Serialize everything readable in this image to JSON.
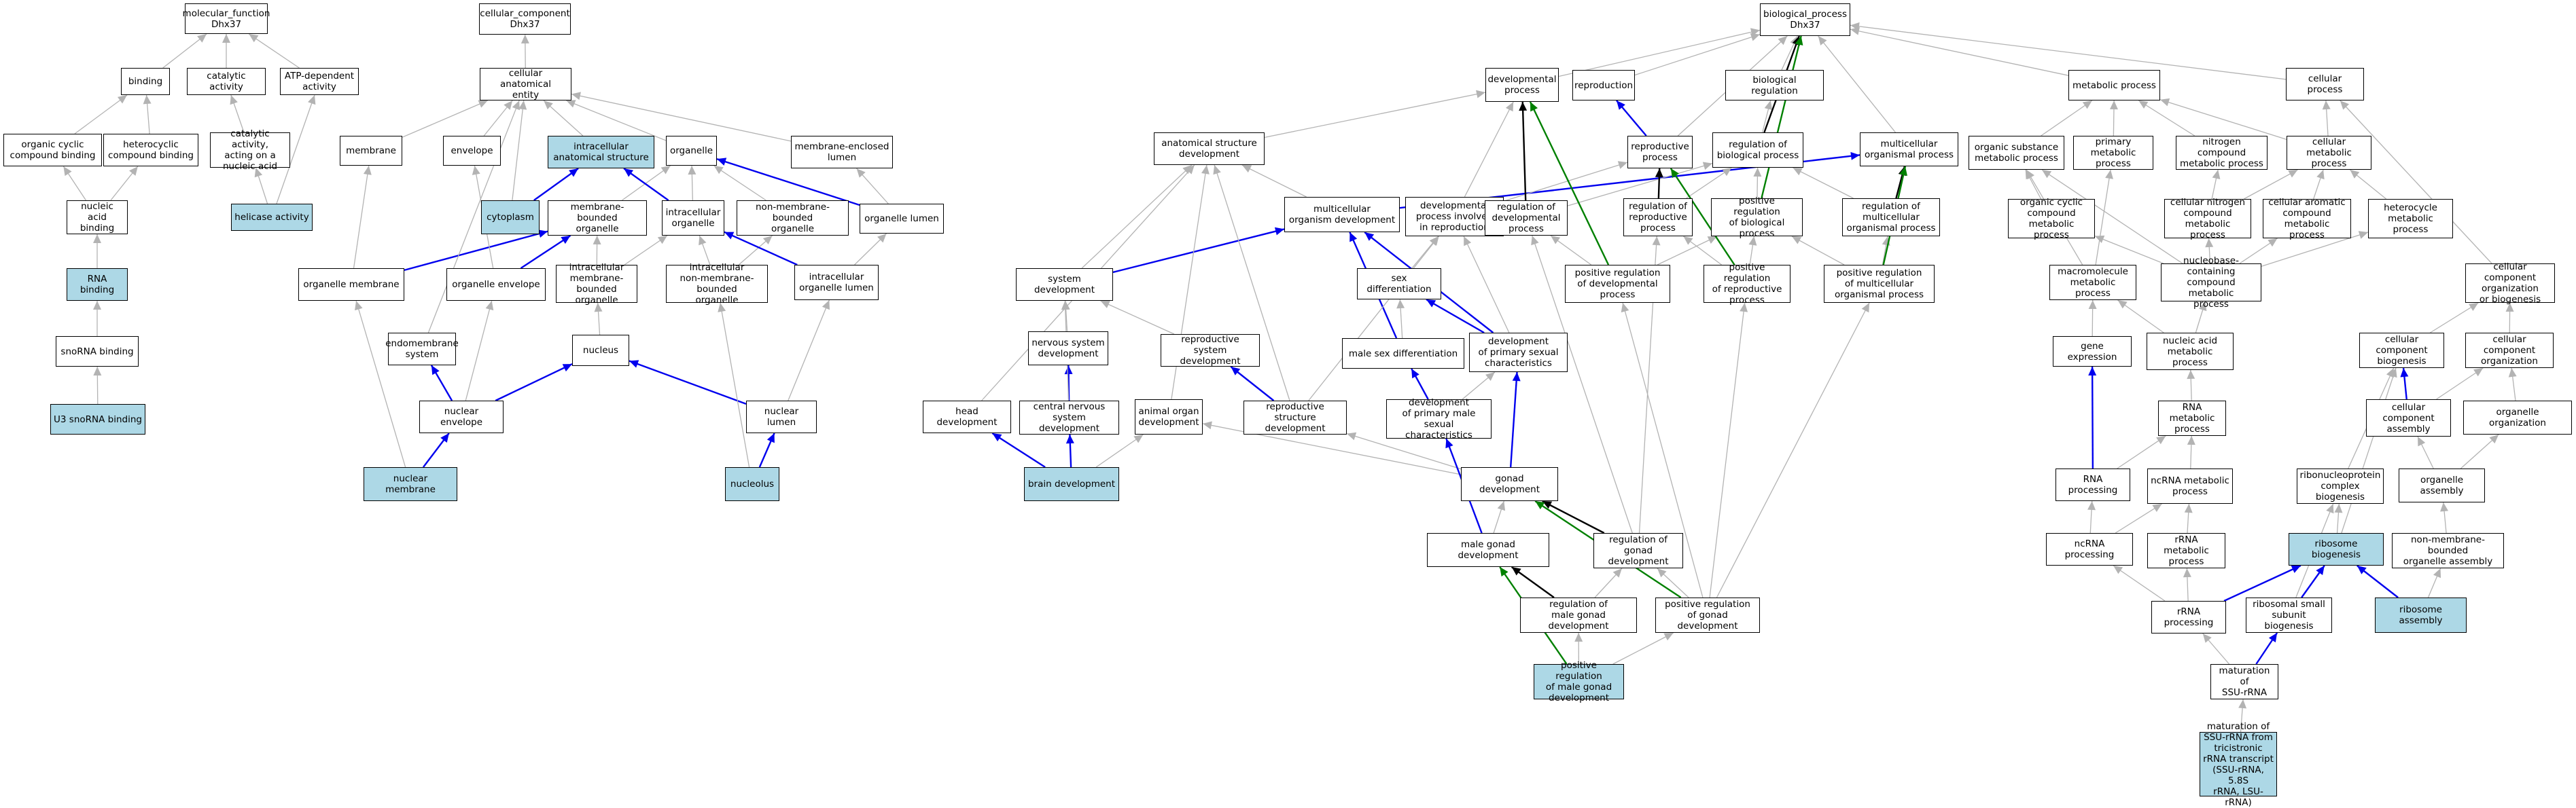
{
  "colors": {
    "highlight": "#add8e6",
    "is_a": "#b3b3b3",
    "part_of": "#0000ee",
    "regulates": "#000000",
    "positively_regulates": "#008000"
  },
  "nodes": {
    "mf": {
      "label": "molecular_function\nDhx37",
      "hl": false
    },
    "binding": {
      "label": "binding",
      "hl": false
    },
    "cat": {
      "label": "catalytic activity",
      "hl": false
    },
    "atp": {
      "label": "ATP-dependent\nactivity",
      "hl": false
    },
    "ocb": {
      "label": "organic cyclic\ncompound binding",
      "hl": false
    },
    "hcb": {
      "label": "heterocyclic\ncompound binding",
      "hl": false
    },
    "catna": {
      "label": "catalytic activity,\nacting on a\nnucleic acid",
      "hl": false
    },
    "nab": {
      "label": "nucleic acid\nbinding",
      "hl": false
    },
    "heli": {
      "label": "helicase activity",
      "hl": true
    },
    "rnab": {
      "label": "RNA binding",
      "hl": true
    },
    "snob": {
      "label": "snoRNA binding",
      "hl": false
    },
    "u3": {
      "label": "U3 snoRNA binding",
      "hl": true
    },
    "cc": {
      "label": "cellular_component\nDhx37",
      "hl": false
    },
    "cae": {
      "label": "cellular anatomical\nentity",
      "hl": false
    },
    "membrane": {
      "label": "membrane",
      "hl": false
    },
    "envelope": {
      "label": "envelope",
      "hl": false
    },
    "ias": {
      "label": "intracellular\nanatomical structure",
      "hl": true
    },
    "organelle": {
      "label": "organelle",
      "hl": false
    },
    "mel": {
      "label": "membrane-enclosed\nlumen",
      "hl": false
    },
    "cyto": {
      "label": "cytoplasm",
      "hl": true
    },
    "mbo": {
      "label": "membrane-bounded\norganelle",
      "hl": false
    },
    "io": {
      "label": "intracellular\norganelle",
      "hl": false
    },
    "nmbo": {
      "label": "non-membrane-bounded\norganelle",
      "hl": false
    },
    "olum": {
      "label": "organelle lumen",
      "hl": false
    },
    "omem": {
      "label": "organelle membrane",
      "hl": false
    },
    "oenv": {
      "label": "organelle envelope",
      "hl": false
    },
    "imbo": {
      "label": "intracellular\nmembrane-bounded\norganelle",
      "hl": false
    },
    "inmbo": {
      "label": "intracellular\nnon-membrane-bounded\norganelle",
      "hl": false
    },
    "iolum": {
      "label": "intracellular\norganelle lumen",
      "hl": false
    },
    "endo": {
      "label": "endomembrane\nsystem",
      "hl": false
    },
    "nucleus": {
      "label": "nucleus",
      "hl": false
    },
    "nenv": {
      "label": "nuclear envelope",
      "hl": false
    },
    "nlum": {
      "label": "nuclear lumen",
      "hl": false
    },
    "nmem": {
      "label": "nuclear membrane",
      "hl": true
    },
    "nucleolus": {
      "label": "nucleolus",
      "hl": true
    },
    "bp": {
      "label": "biological_process\nDhx37",
      "hl": false
    },
    "devp": {
      "label": "developmental\nprocess",
      "hl": false
    },
    "repro": {
      "label": "reproduction",
      "hl": false
    },
    "breg": {
      "label": "biological regulation",
      "hl": false
    },
    "mp": {
      "label": "metabolic process",
      "hl": false
    },
    "cp": {
      "label": "cellular process",
      "hl": false
    },
    "asd": {
      "label": "anatomical structure\ndevelopment",
      "hl": false
    },
    "rp": {
      "label": "reproductive\nprocess",
      "hl": false
    },
    "rbp": {
      "label": "regulation of\nbiological process",
      "hl": false
    },
    "mop": {
      "label": "multicellular\norganismal process",
      "hl": false
    },
    "osmp": {
      "label": "organic substance\nmetabolic process",
      "hl": false
    },
    "pmp": {
      "label": "primary metabolic\nprocess",
      "hl": false
    },
    "ncmp": {
      "label": "nitrogen compound\nmetabolic process",
      "hl": false
    },
    "cmp": {
      "label": "cellular metabolic\nprocess",
      "hl": false
    },
    "mod": {
      "label": "multicellular\norganism development",
      "hl": false
    },
    "dpir": {
      "label": "developmental\nprocess involved\nin reproduction",
      "hl": false
    },
    "rdp": {
      "label": "regulation of\ndevelopmental\nprocess",
      "hl": false
    },
    "rrp": {
      "label": "regulation of\nreproductive\nprocess",
      "hl": false
    },
    "prbp": {
      "label": "positive regulation\nof biological\nprocess",
      "hl": false
    },
    "rmop": {
      "label": "regulation of\nmulticellular\norganismal process",
      "hl": false
    },
    "occmp": {
      "label": "organic cyclic\ncompound metabolic\nprocess",
      "hl": false
    },
    "cncmp": {
      "label": "cellular nitrogen\ncompound metabolic\nprocess",
      "hl": false
    },
    "cacmp": {
      "label": "cellular aromatic\ncompound metabolic\nprocess",
      "hl": false
    },
    "hmp": {
      "label": "heterocycle\nmetabolic process",
      "hl": false
    },
    "sysdev": {
      "label": "system development",
      "hl": false
    },
    "sexd": {
      "label": "sex differentiation",
      "hl": false
    },
    "prdp": {
      "label": "positive regulation\nof developmental\nprocess",
      "hl": false
    },
    "prrp": {
      "label": "positive regulation\nof reproductive\nprocess",
      "hl": false
    },
    "prmop": {
      "label": "positive regulation\nof multicellular\norganismal process",
      "hl": false
    },
    "mmp": {
      "label": "macromolecule\nmetabolic process",
      "hl": false
    },
    "nbcmp": {
      "label": "nucleobase-containing\ncompound metabolic\nprocess",
      "hl": false
    },
    "ccob": {
      "label": "cellular component\norganization\nor biogenesis",
      "hl": false
    },
    "nsd": {
      "label": "nervous system\ndevelopment",
      "hl": false
    },
    "rsysd": {
      "label": "reproductive\nsystem development",
      "hl": false
    },
    "msd": {
      "label": "male sex differentiation",
      "hl": false
    },
    "dpsc": {
      "label": "development\nof primary sexual\ncharacteristics",
      "hl": false
    },
    "ge": {
      "label": "gene expression",
      "hl": false
    },
    "namp": {
      "label": "nucleic acid\nmetabolic process",
      "hl": false
    },
    "ccbio": {
      "label": "cellular component\nbiogenesis",
      "hl": false
    },
    "ccorg": {
      "label": "cellular component\norganization",
      "hl": false
    },
    "headd": {
      "label": "head development",
      "hl": false
    },
    "cnsd": {
      "label": "central nervous\nsystem development",
      "hl": false
    },
    "aod": {
      "label": "animal organ\ndevelopment",
      "hl": false
    },
    "rstd": {
      "label": "reproductive\nstructure development",
      "hl": false
    },
    "dpmsc": {
      "label": "development\nof primary male\nsexual characteristics",
      "hl": false
    },
    "rnamp": {
      "label": "RNA metabolic\nprocess",
      "hl": false
    },
    "cca": {
      "label": "cellular component\nassembly",
      "hl": false
    },
    "oorg": {
      "label": "organelle organization",
      "hl": false
    },
    "braind": {
      "label": "brain development",
      "hl": true
    },
    "gonadd": {
      "label": "gonad development",
      "hl": false
    },
    "rnap": {
      "label": "RNA processing",
      "hl": false
    },
    "ncrnamp": {
      "label": "ncRNA metabolic\nprocess",
      "hl": false
    },
    "rnpcb": {
      "label": "ribonucleoprotein\ncomplex biogenesis",
      "hl": false
    },
    "oasm": {
      "label": "organelle assembly",
      "hl": false
    },
    "mgd": {
      "label": "male gonad development",
      "hl": false
    },
    "rgd": {
      "label": "regulation of\ngonad development",
      "hl": false
    },
    "ncrnap": {
      "label": "ncRNA processing",
      "hl": false
    },
    "rrnamp": {
      "label": "rRNA metabolic\nprocess",
      "hl": false
    },
    "ribobio": {
      "label": "ribosome biogenesis",
      "hl": true
    },
    "nmboa": {
      "label": "non-membrane-bounded\norganelle assembly",
      "hl": false
    },
    "rmgd": {
      "label": "regulation of\nmale gonad development",
      "hl": false
    },
    "prgd": {
      "label": "positive regulation\nof gonad development",
      "hl": false
    },
    "rrnap": {
      "label": "rRNA processing",
      "hl": false
    },
    "rssb": {
      "label": "ribosomal small\nsubunit biogenesis",
      "hl": false
    },
    "riboasm": {
      "label": "ribosome assembly",
      "hl": true
    },
    "matssu": {
      "label": "maturation of\nSSU-rRNA",
      "hl": false
    },
    "prmgd": {
      "label": "positive regulation\nof male gonad\ndevelopment",
      "hl": true
    },
    "mattri": {
      "label": "maturation of\nSSU-rRNA from\ntricistronic\nrRNA transcript\n(SSU-rRNA, 5.8S\nrRNA, LSU-rRNA)",
      "hl": true
    }
  },
  "edges": [
    [
      "binding",
      "mf",
      "is_a"
    ],
    [
      "cat",
      "mf",
      "is_a"
    ],
    [
      "atp",
      "mf",
      "is_a"
    ],
    [
      "ocb",
      "binding",
      "is_a"
    ],
    [
      "hcb",
      "binding",
      "is_a"
    ],
    [
      "catna",
      "cat",
      "is_a"
    ],
    [
      "nab",
      "ocb",
      "is_a"
    ],
    [
      "nab",
      "hcb",
      "is_a"
    ],
    [
      "heli",
      "catna",
      "is_a"
    ],
    [
      "heli",
      "atp",
      "is_a"
    ],
    [
      "rnab",
      "nab",
      "is_a"
    ],
    [
      "snob",
      "rnab",
      "is_a"
    ],
    [
      "u3",
      "snob",
      "is_a"
    ],
    [
      "cae",
      "cc",
      "is_a"
    ],
    [
      "membrane",
      "cae",
      "is_a"
    ],
    [
      "envelope",
      "cae",
      "is_a"
    ],
    [
      "ias",
      "cae",
      "is_a"
    ],
    [
      "organelle",
      "cae",
      "is_a"
    ],
    [
      "mel",
      "cae",
      "is_a"
    ],
    [
      "cyto",
      "ias",
      "part_of"
    ],
    [
      "cyto",
      "cae",
      "is_a"
    ],
    [
      "mbo",
      "organelle",
      "is_a"
    ],
    [
      "io",
      "organelle",
      "is_a"
    ],
    [
      "io",
      "ias",
      "part_of"
    ],
    [
      "nmbo",
      "organelle",
      "is_a"
    ],
    [
      "olum",
      "mel",
      "is_a"
    ],
    [
      "olum",
      "organelle",
      "part_of"
    ],
    [
      "omem",
      "membrane",
      "is_a"
    ],
    [
      "omem",
      "mbo",
      "part_of"
    ],
    [
      "oenv",
      "envelope",
      "is_a"
    ],
    [
      "oenv",
      "mbo",
      "part_of"
    ],
    [
      "imbo",
      "mbo",
      "is_a"
    ],
    [
      "imbo",
      "io",
      "is_a"
    ],
    [
      "inmbo",
      "io",
      "is_a"
    ],
    [
      "inmbo",
      "nmbo",
      "is_a"
    ],
    [
      "iolum",
      "olum",
      "is_a"
    ],
    [
      "iolum",
      "io",
      "part_of"
    ],
    [
      "endo",
      "cae",
      "is_a"
    ],
    [
      "nucleus",
      "imbo",
      "is_a"
    ],
    [
      "nenv",
      "oenv",
      "is_a"
    ],
    [
      "nenv",
      "endo",
      "part_of"
    ],
    [
      "nenv",
      "nucleus",
      "part_of"
    ],
    [
      "nlum",
      "iolum",
      "is_a"
    ],
    [
      "nlum",
      "nucleus",
      "part_of"
    ],
    [
      "nmem",
      "nenv",
      "part_of"
    ],
    [
      "nmem",
      "omem",
      "is_a"
    ],
    [
      "nucleolus",
      "nlum",
      "part_of"
    ],
    [
      "nucleolus",
      "inmbo",
      "is_a"
    ],
    [
      "devp",
      "bp",
      "is_a"
    ],
    [
      "repro",
      "bp",
      "is_a"
    ],
    [
      "breg",
      "bp",
      "is_a"
    ],
    [
      "mp",
      "bp",
      "is_a"
    ],
    [
      "cp",
      "bp",
      "is_a"
    ],
    [
      "asd",
      "devp",
      "is_a"
    ],
    [
      "rp",
      "repro",
      "part_of"
    ],
    [
      "rp",
      "bp",
      "is_a"
    ],
    [
      "rbp",
      "breg",
      "is_a"
    ],
    [
      "rbp",
      "bp",
      "regulates"
    ],
    [
      "mop",
      "bp",
      "is_a"
    ],
    [
      "osmp",
      "mp",
      "is_a"
    ],
    [
      "pmp",
      "mp",
      "is_a"
    ],
    [
      "ncmp",
      "mp",
      "is_a"
    ],
    [
      "cmp",
      "mp",
      "is_a"
    ],
    [
      "cmp",
      "cp",
      "is_a"
    ],
    [
      "mod",
      "asd",
      "is_a"
    ],
    [
      "mod",
      "mop",
      "part_of"
    ],
    [
      "dpir",
      "devp",
      "is_a"
    ],
    [
      "dpir",
      "rp",
      "is_a"
    ],
    [
      "rdp",
      "rbp",
      "is_a"
    ],
    [
      "rdp",
      "devp",
      "regulates"
    ],
    [
      "rrp",
      "rbp",
      "is_a"
    ],
    [
      "rrp",
      "rp",
      "regulates"
    ],
    [
      "prbp",
      "rbp",
      "is_a"
    ],
    [
      "prbp",
      "bp",
      "positively_regulates"
    ],
    [
      "rmop",
      "rbp",
      "is_a"
    ],
    [
      "rmop",
      "mop",
      "regulates"
    ],
    [
      "occmp",
      "osmp",
      "is_a"
    ],
    [
      "cncmp",
      "cmp",
      "is_a"
    ],
    [
      "cncmp",
      "ncmp",
      "is_a"
    ],
    [
      "cacmp",
      "cmp",
      "is_a"
    ],
    [
      "hmp",
      "cmp",
      "is_a"
    ],
    [
      "sysdev",
      "mod",
      "part_of"
    ],
    [
      "sysdev",
      "asd",
      "is_a"
    ],
    [
      "sexd",
      "dpir",
      "is_a"
    ],
    [
      "prdp",
      "rdp",
      "is_a"
    ],
    [
      "prdp",
      "prbp",
      "is_a"
    ],
    [
      "prdp",
      "devp",
      "positively_regulates"
    ],
    [
      "prrp",
      "rrp",
      "is_a"
    ],
    [
      "prrp",
      "prbp",
      "is_a"
    ],
    [
      "prrp",
      "rp",
      "positively_regulates"
    ],
    [
      "prmop",
      "rmop",
      "is_a"
    ],
    [
      "prmop",
      "prbp",
      "is_a"
    ],
    [
      "prmop",
      "mop",
      "positively_regulates"
    ],
    [
      "mmp",
      "osmp",
      "is_a"
    ],
    [
      "mmp",
      "pmp",
      "is_a"
    ],
    [
      "nbcmp",
      "occmp",
      "is_a"
    ],
    [
      "nbcmp",
      "cncmp",
      "is_a"
    ],
    [
      "nbcmp",
      "cacmp",
      "is_a"
    ],
    [
      "nbcmp",
      "hmp",
      "is_a"
    ],
    [
      "nbcmp",
      "osmp",
      "is_a"
    ],
    [
      "ccob",
      "cp",
      "is_a"
    ],
    [
      "nsd",
      "sysdev",
      "is_a"
    ],
    [
      "rsysd",
      "sysdev",
      "is_a"
    ],
    [
      "msd",
      "sexd",
      "is_a"
    ],
    [
      "msd",
      "mod",
      "part_of"
    ],
    [
      "dpsc",
      "sexd",
      "part_of"
    ],
    [
      "dpsc",
      "mod",
      "part_of"
    ],
    [
      "dpsc",
      "dpir",
      "is_a"
    ],
    [
      "ge",
      "mmp",
      "is_a"
    ],
    [
      "namp",
      "nbcmp",
      "is_a"
    ],
    [
      "namp",
      "mmp",
      "is_a"
    ],
    [
      "ccbio",
      "ccob",
      "is_a"
    ],
    [
      "ccorg",
      "ccob",
      "is_a"
    ],
    [
      "headd",
      "asd",
      "is_a"
    ],
    [
      "cnsd",
      "nsd",
      "part_of"
    ],
    [
      "cnsd",
      "sysdev",
      "is_a"
    ],
    [
      "aod",
      "asd",
      "is_a"
    ],
    [
      "rstd",
      "rsysd",
      "part_of"
    ],
    [
      "rstd",
      "asd",
      "is_a"
    ],
    [
      "rstd",
      "dpir",
      "is_a"
    ],
    [
      "dpmsc",
      "dpsc",
      "is_a"
    ],
    [
      "dpmsc",
      "msd",
      "part_of"
    ],
    [
      "rnamp",
      "namp",
      "is_a"
    ],
    [
      "cca",
      "ccbio",
      "part_of"
    ],
    [
      "cca",
      "ccorg",
      "is_a"
    ],
    [
      "oorg",
      "ccorg",
      "is_a"
    ],
    [
      "braind",
      "cnsd",
      "part_of"
    ],
    [
      "braind",
      "headd",
      "part_of"
    ],
    [
      "braind",
      "aod",
      "is_a"
    ],
    [
      "gonadd",
      "aod",
      "is_a"
    ],
    [
      "gonadd",
      "rstd",
      "is_a"
    ],
    [
      "gonadd",
      "dpsc",
      "part_of"
    ],
    [
      "rnap",
      "rnamp",
      "is_a"
    ],
    [
      "rnap",
      "ge",
      "part_of"
    ],
    [
      "ncrnamp",
      "rnamp",
      "is_a"
    ],
    [
      "rnpcb",
      "ccbio",
      "is_a"
    ],
    [
      "oasm",
      "oorg",
      "is_a"
    ],
    [
      "oasm",
      "cca",
      "is_a"
    ],
    [
      "mgd",
      "gonadd",
      "is_a"
    ],
    [
      "mgd",
      "dpmsc",
      "part_of"
    ],
    [
      "rgd",
      "rrp",
      "is_a"
    ],
    [
      "rgd",
      "rdp",
      "is_a"
    ],
    [
      "rgd",
      "gonadd",
      "regulates"
    ],
    [
      "ncrnap",
      "rnap",
      "is_a"
    ],
    [
      "ncrnap",
      "ncrnamp",
      "is_a"
    ],
    [
      "rrnamp",
      "ncrnamp",
      "is_a"
    ],
    [
      "ribobio",
      "rnpcb",
      "is_a"
    ],
    [
      "ribobio",
      "ccbio",
      "is_a"
    ],
    [
      "nmboa",
      "oasm",
      "is_a"
    ],
    [
      "rmgd",
      "rgd",
      "is_a"
    ],
    [
      "rmgd",
      "mgd",
      "regulates"
    ],
    [
      "prgd",
      "rgd",
      "is_a"
    ],
    [
      "prgd",
      "prrp",
      "is_a"
    ],
    [
      "prgd",
      "prdp",
      "is_a"
    ],
    [
      "prgd",
      "prmop",
      "is_a"
    ],
    [
      "prgd",
      "gonadd",
      "positively_regulates"
    ],
    [
      "rrnap",
      "ncrnap",
      "is_a"
    ],
    [
      "rrnap",
      "rrnamp",
      "is_a"
    ],
    [
      "rrnap",
      "ribobio",
      "part_of"
    ],
    [
      "rssb",
      "ribobio",
      "part_of"
    ],
    [
      "rssb",
      "rnpcb",
      "is_a"
    ],
    [
      "riboasm",
      "ribobio",
      "part_of"
    ],
    [
      "riboasm",
      "nmboa",
      "is_a"
    ],
    [
      "matssu",
      "rrnap",
      "is_a"
    ],
    [
      "matssu",
      "rssb",
      "part_of"
    ],
    [
      "prmgd",
      "rmgd",
      "is_a"
    ],
    [
      "prmgd",
      "prgd",
      "is_a"
    ],
    [
      "prmgd",
      "mgd",
      "positively_regulates"
    ],
    [
      "mattri",
      "matssu",
      "is_a"
    ]
  ]
}
